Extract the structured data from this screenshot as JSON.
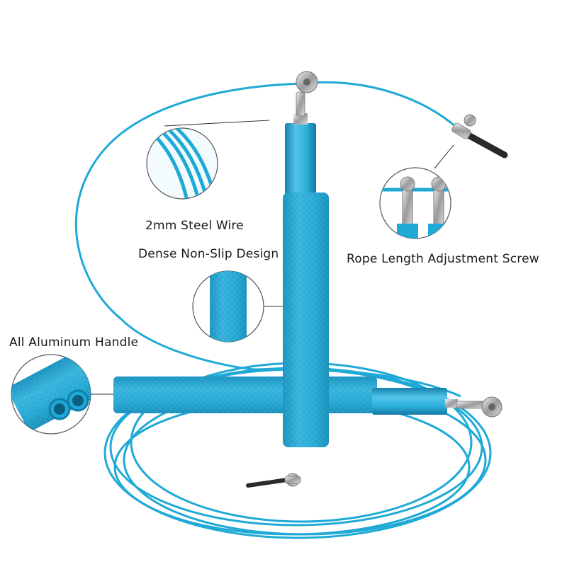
{
  "labels": {
    "steel_wire": "2mm Steel Wire",
    "non_slip": "Dense Non-Slip Design",
    "adjustment_screw": "Rope Length Adjustment Screw",
    "aluminum_handle": "All Aluminum Handle"
  },
  "colors": {
    "rope": "#1ea9d6",
    "handle": "#2aaed8",
    "handle_dark": "#1688b3",
    "metal": "#bfbfc2",
    "cap": "#2a2a2a"
  }
}
